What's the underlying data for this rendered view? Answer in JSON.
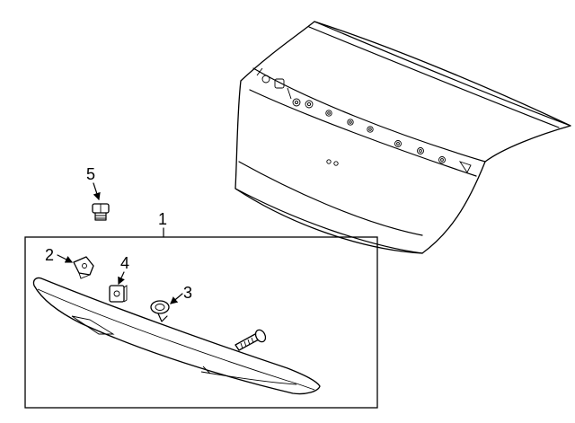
{
  "callouts": {
    "part_1": "1",
    "part_2": "2",
    "part_3": "3",
    "part_4": "4",
    "part_5": "5"
  },
  "icons": {
    "trunk_lid": "trunk-lid-icon",
    "spoiler": "rear-spoiler-icon",
    "bolt": "bolt-icon",
    "nut_clip": "nut-clip-icon",
    "square_nut": "square-nut-icon",
    "grommet": "grommet-icon",
    "screw": "screw-icon"
  },
  "colors": {
    "line": "#000000",
    "background": "#ffffff"
  }
}
